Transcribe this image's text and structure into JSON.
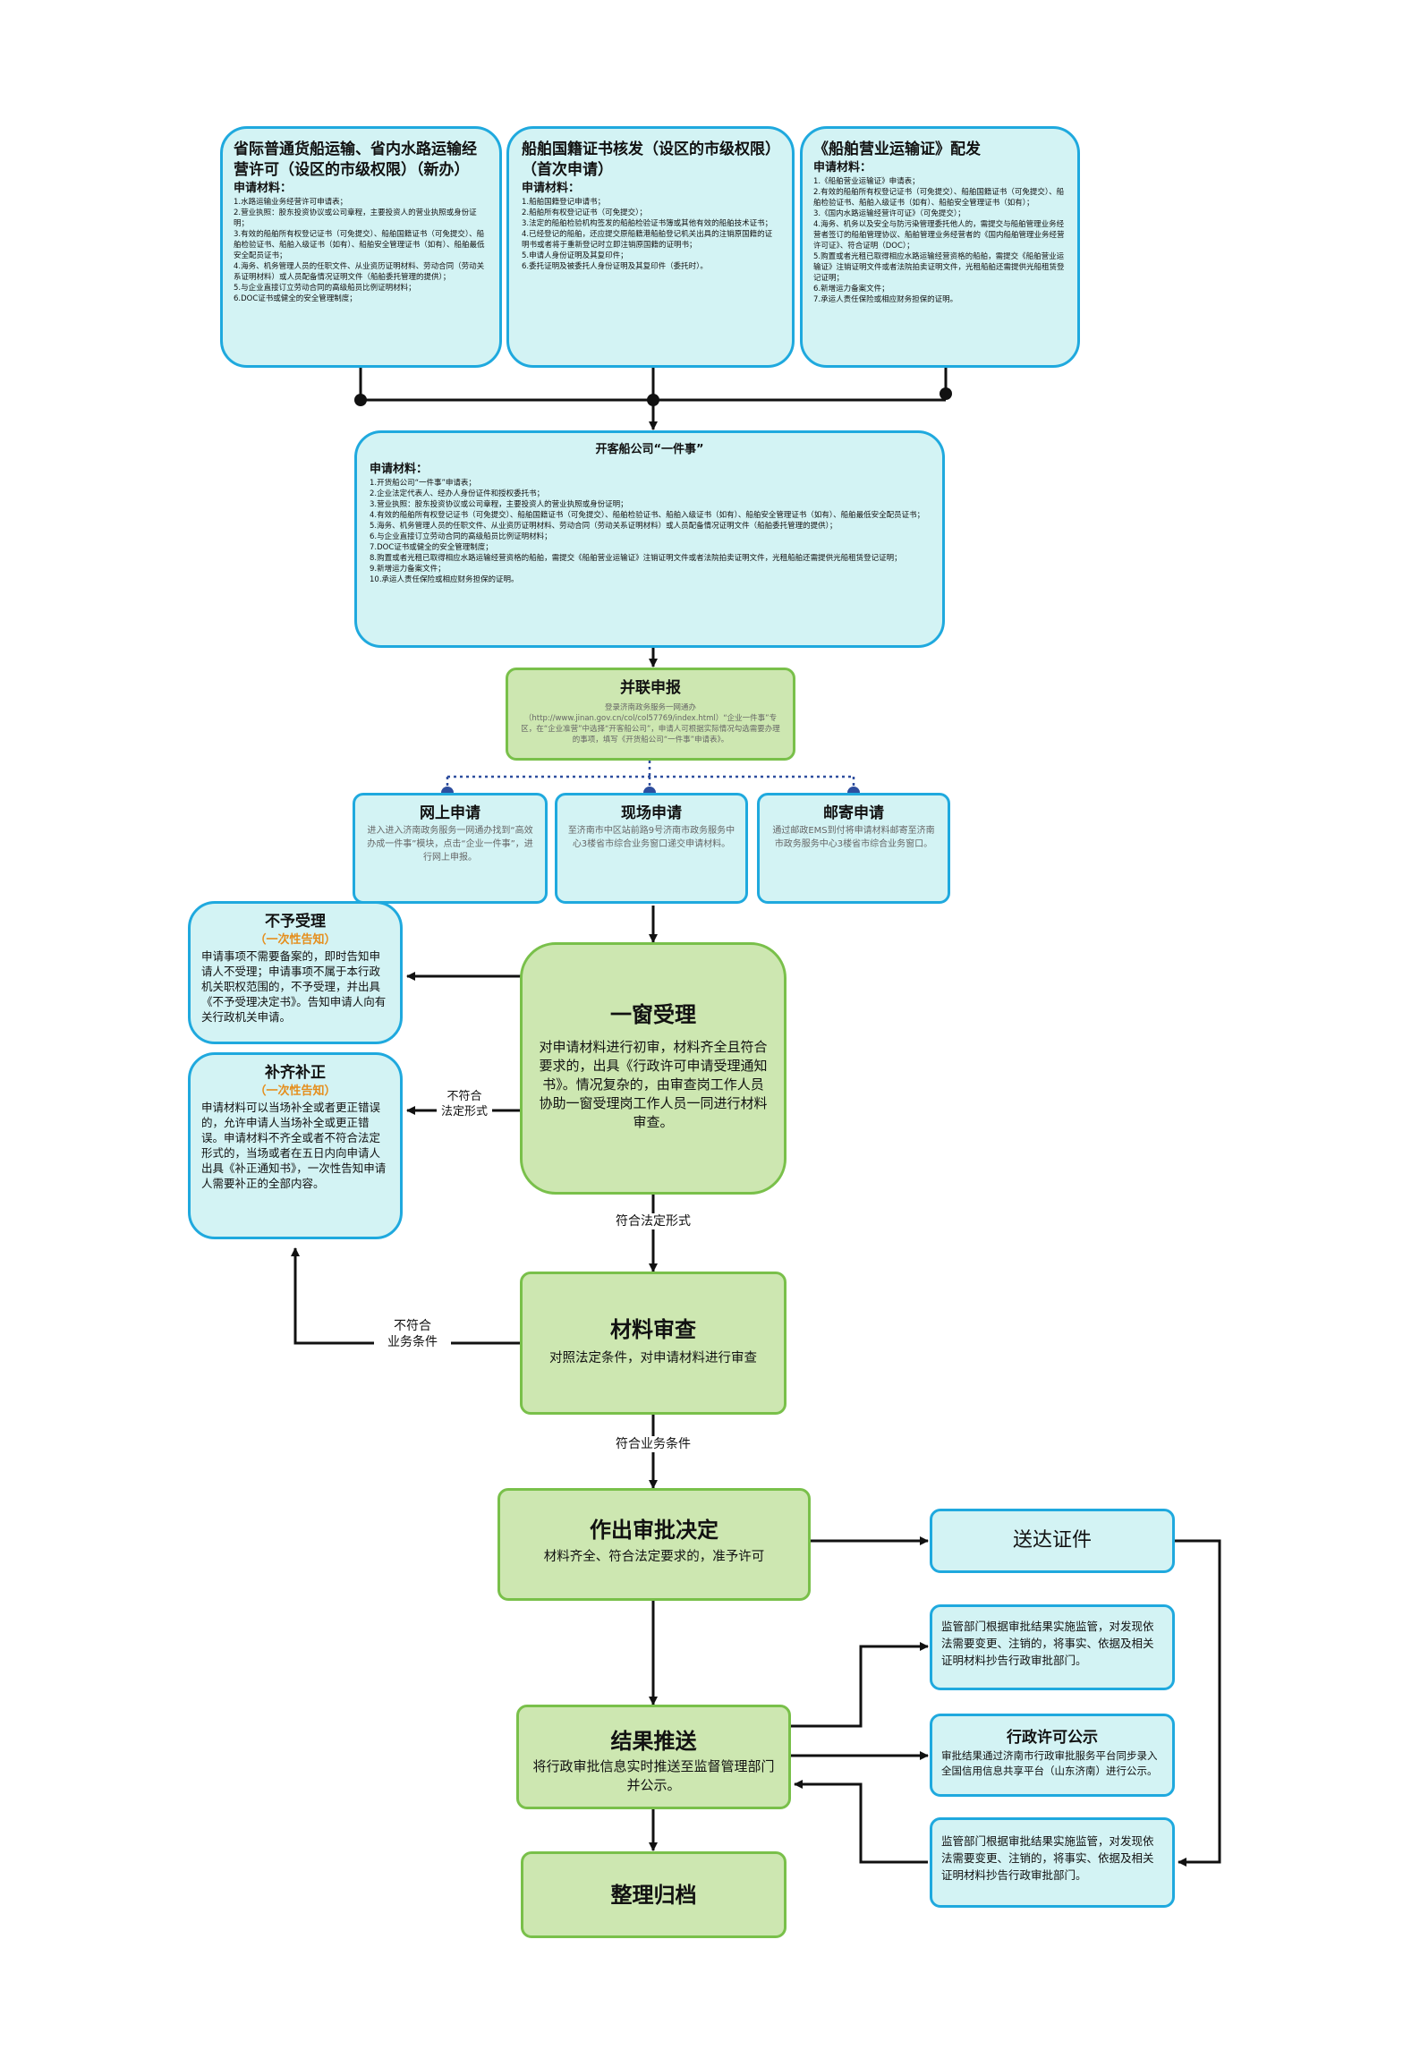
{
  "top_boxes": [
    {
      "title": "省际普通货船运输、省内水路运输经营许可（设区的市级权限）（新办）",
      "materials_label": "申请材料：",
      "items": [
        "1.水路运输业务经营许可申请表；",
        "2.营业执照：股东投资协议或公司章程，主要投资人的营业执照或身份证明；",
        "3.有效的船舶所有权登记证书（可免提交）、船舶国籍证书（可免提交）、船舶检验证书、船舶入级证书（如有）、船舶安全管理证书（如有）、船舶最低安全配员证书；",
        "4.海务、机务管理人员的任职文件、从业资历证明材料、劳动合同（劳动关系证明材料）或人员配备情况证明文件（船舶委托管理的提供）；",
        "5.与企业直接订立劳动合同的高级船员比例证明材料；",
        "6.DOC证书或健全的安全管理制度；"
      ]
    },
    {
      "title": "船舶国籍证书核发（设区的市级权限）（首次申请）",
      "materials_label": "申请材料：",
      "items": [
        "1.船舶国籍登记申请书；",
        "2.船舶所有权登记证书（可免提交）；",
        "3.法定的船舶检验机构签发的船舶检验证书簿或其他有效的船舶技术证书；",
        "4.已经登记的船舶，还应提交原船籍港船舶登记机关出具的注销原国籍的证明书或者将于重新登记时立即注销原国籍的证明书；",
        "5.申请人身份证明及其复印件；",
        "6.委托证明及被委托人身份证明及其复印件（委托时）。"
      ]
    },
    {
      "title": "《船舶营业运输证》配发",
      "materials_label": "申请材料：",
      "items": [
        "1.《船舶营业运输证》申请表；",
        "2.有效的船舶所有权登记证书（可免提交）、船舶国籍证书（可免提交）、船舶检验证书、船舶入级证书（如有）、船舶安全管理证书（如有）；",
        "3.《国内水路运输经营许可证》（可免提交）；",
        "4.海务、机务以及安全与防污染管理委托他人的，需提交与船舶管理业务经营者签订的船舶管理协议、船舶管理业务经营者的《国内船舶管理业务经营许可证》、符合证明（DOC）；",
        "5.购置或者光租已取得相应水路运输经营资格的船舶，需提交《船舶营业运输证》注销证明文件或者法院拍卖证明文件，光租船舶还需提供光船租赁登记证明；",
        "6.新增运力备案文件；",
        "7.承运人责任保险或相应财务担保的证明。"
      ]
    }
  ],
  "merged_box": {
    "title": "开客船公司“一件事”",
    "materials_label": "申请材料：",
    "items": [
      "1.开货船公司“一件事”申请表；",
      "2.企业法定代表人、经办人身份证件和授权委托书；",
      "3.营业执照：股东投资协议或公司章程，主要投资人的营业执照或身份证明；",
      "4.有效的船舶所有权登记证书（可免提交）、船舶国籍证书（可免提交）、船舶检验证书、船舶入级证书（如有）、船舶安全管理证书（如有）、船舶最低安全配员证书；",
      "5.海务、机务管理人员的任职文件、从业资历证明材料、劳动合同（劳动关系证明材料）或人员配备情况证明文件（船舶委托管理的提供）；",
      "6.与企业直接订立劳动合同的高级船员比例证明材料；",
      "7.DOC证书或健全的安全管理制度；",
      "8.购置或者光租已取得相应水路运输经营资格的船舶，需提交《船舶营业运输证》注销证明文件或者法院拍卖证明文件，光租船舶还需提供光船租赁登记证明；",
      "9.新增运力备案文件；",
      "10.承运人责任保险或相应财务担保的证明。"
    ]
  },
  "parallel": {
    "title": "并联申报",
    "desc": "登录济南政务服务一网通办（http://www.jinan.gov.cn/col/col57769/index.html）“企业一件事”专区，在“企业准营”中选择“开客船公司”，申请人可根据实际情况勾选需要办理的事项，填写《开货船公司“一件事”申请表》。"
  },
  "channels": [
    {
      "title": "网上申请",
      "desc": "进入进入济南政务服务一网通办找到“高效办成一件事”模块，点击“企业一件事”，进行网上申报。"
    },
    {
      "title": "现场申请",
      "desc": "至济南市中区站前路9号济南市政务服务中心3楼省市综合业务窗口递交申请材料。"
    },
    {
      "title": "邮寄申请",
      "desc": "通过邮政EMS到付将申请材料邮寄至济南市政务服务中心3楼省市综合业务窗口。"
    }
  ],
  "reject": {
    "title": "不予受理",
    "sub": "（一次性告知）",
    "desc": "申请事项不需要备案的，即时告知申请人不受理；申请事项不属于本行政机关职权范围的，不予受理，并出具《不予受理决定书》。告知申请人向有关行政机关申请。"
  },
  "supplement": {
    "title": "补齐补正",
    "sub": "（一次性告知）",
    "desc": "申请材料可以当场补全或者更正错误的，允许申请人当场补全或更正错误。申请材料不齐全或者不符合法定形式的，当场或者在五日内向申请人出具《补正通知书》，一次性告知申请人需要补正的全部内容。"
  },
  "window": {
    "title": "一窗受理",
    "desc": "对申请材料进行初审，材料齐全且符合要求的，出具《行政许可申请受理通知书》。情况复杂的，由审查岗工作人员协助一窗受理岗工作人员一同进行材料审查。"
  },
  "review": {
    "title": "材料审查",
    "desc": "对照法定条件，对申请材料进行审查"
  },
  "decision": {
    "title": "作出审批决定",
    "desc": "材料齐全、符合法定要求的，准予许可"
  },
  "push": {
    "title": "结果推送",
    "desc": "将行政审批信息实时推送至监督管理部门并公示。"
  },
  "archive": {
    "title": "整理归档"
  },
  "deliver": {
    "title": "送达证件"
  },
  "supervise_top": {
    "desc": "监管部门根据审批结果实施监管，对发现依法需要变更、注销的，将事实、依据及相关证明材料抄告行政审批部门。"
  },
  "publicity": {
    "title": "行政许可公示",
    "desc": "审批结果通过济南市行政审批服务平台同步录入全国信用信息共享平台（山东济南）进行公示。"
  },
  "supervise_bottom": {
    "desc": "监管部门根据审批结果实施监管，对发现依法需要变更、注销的，将事实、依据及相关证明材料抄告行政审批部门。"
  },
  "labels": {
    "not_legal_form": "不符合\n法定形式",
    "legal_form": "符合法定形式",
    "not_business": "不符合\n业务条件",
    "business": "符合业务条件"
  },
  "colors": {
    "cyan_fill": "#d3f3f4",
    "cyan_border": "#1fa9de",
    "green_fill": "#cde7b1",
    "green_border": "#79c04a",
    "subtitle_orange": "#e58e1c",
    "dot_blue": "#2e4e9e"
  }
}
